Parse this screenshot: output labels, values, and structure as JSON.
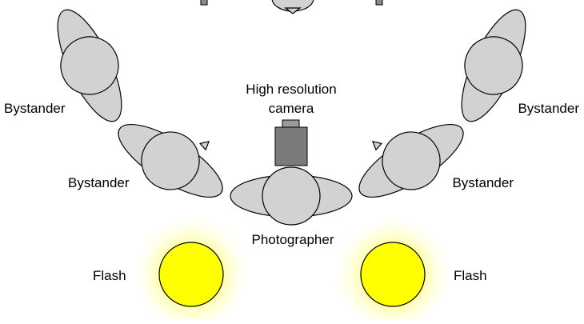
{
  "labels": {
    "camera_line1": "High resolution",
    "camera_line2": "camera",
    "photographer": "Photographer",
    "bystander_upper_left": "Bystander",
    "bystander_lower_left": "Bystander",
    "bystander_upper_right": "Bystander",
    "bystander_lower_right": "Bystander",
    "flash_left": "Flash",
    "flash_right": "Flash"
  },
  "colors": {
    "person_fill": "#d2d2d2",
    "outline": "#000000",
    "camera_body": "#7a7a7a",
    "camera_top": "#9a9a9a",
    "flash_core": "#ffff00",
    "flash_glow": "#ffff9a",
    "background": "#ffffff"
  }
}
